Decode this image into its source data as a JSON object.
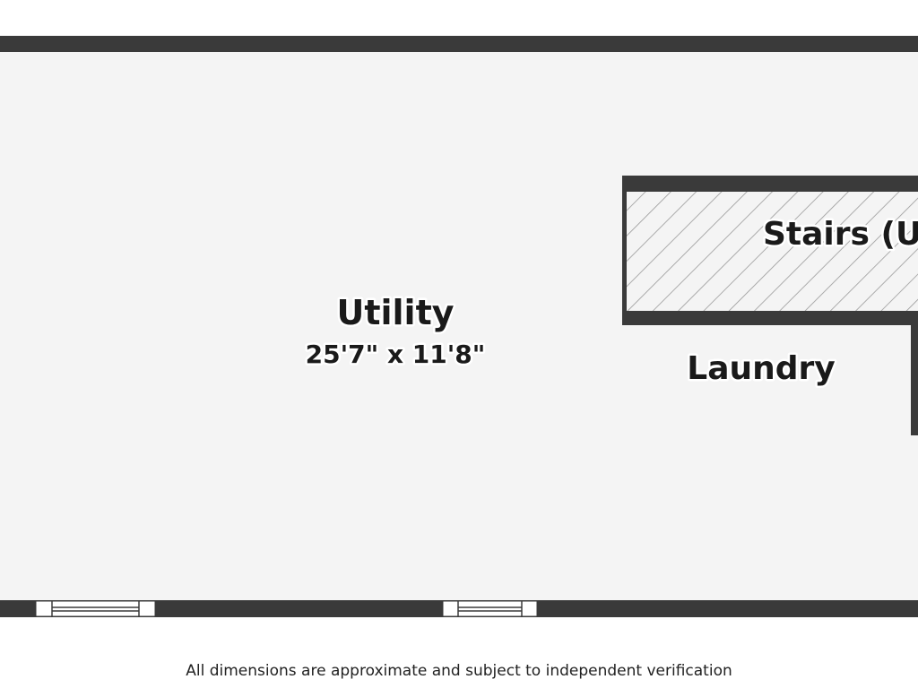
{
  "rooms": {
    "utility": {
      "name": "Utility",
      "dimensions": "25'7\" x 11'8\""
    },
    "stairs": {
      "name": "Stairs (U"
    },
    "laundry": {
      "name": "Laundry"
    }
  },
  "footer": {
    "disclaimer": "All dimensions are approximate and subject to independent verification"
  },
  "colors": {
    "wall": "#3a3a3a",
    "floor": "#f4f4f4",
    "stairs_hatch": "#9a9a9a",
    "window_frame": "#ffffff"
  },
  "icons": {
    "window_left": "window-icon",
    "window_center": "window-icon"
  }
}
